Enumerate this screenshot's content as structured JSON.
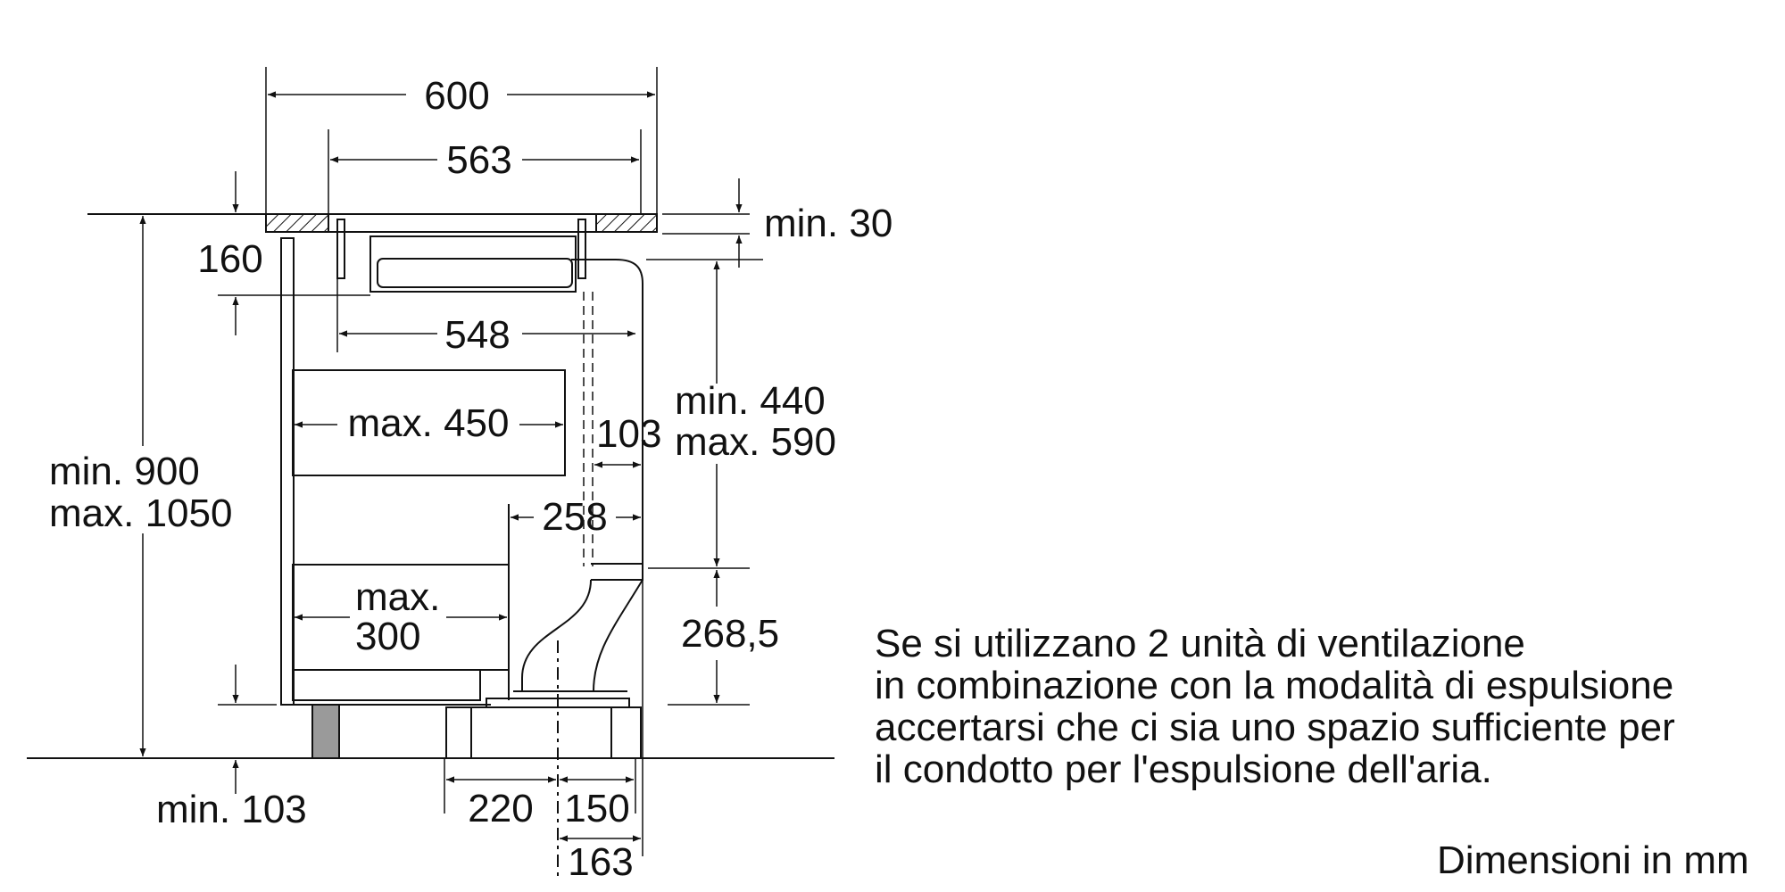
{
  "dimensions": {
    "top_width": "600",
    "inner_width": "563",
    "cooktop_depth": "160",
    "min_top_thickness": "min. 30",
    "cutout_width": "548",
    "max_drawer_1": "max. 450",
    "gap_103": "103",
    "niche_height_min": "min. 440",
    "niche_height_max": "max. 590",
    "total_height_min": "min. 900",
    "total_height_max": "max. 1050",
    "duct_258": "258",
    "max_drawer_2_line1": "max.",
    "max_drawer_2_line2": "300",
    "duct_height": "268,5",
    "plinth_min": "min. 103",
    "bottom_220": "220",
    "bottom_150": "150",
    "bottom_163": "163"
  },
  "note": {
    "lines": [
      "Se si utilizzano 2 unità di ventilazione",
      "in combinazione con la modalità di espulsione",
      "accertarsi che ci sia uno spazio sufficiente per",
      "il condotto per l'espulsione dell'aria."
    ]
  },
  "units_label": "Dimensioni in mm"
}
